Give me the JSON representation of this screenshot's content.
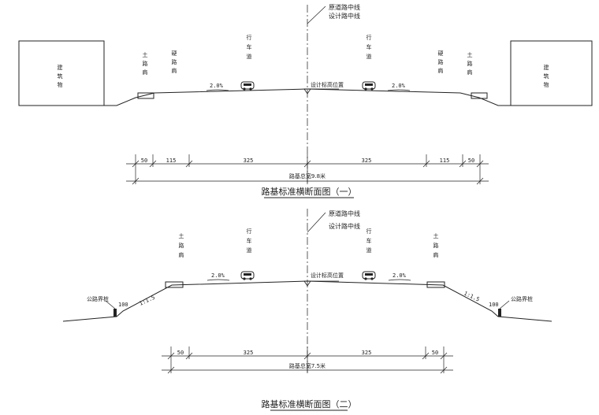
{
  "section1": {
    "original_centerline": "原道路中线",
    "design_centerline": "设计路中线",
    "building_chars": [
      "建",
      "筑",
      "物"
    ],
    "earth_shoulder_chars": [
      "土",
      "路",
      "肩"
    ],
    "hard_shoulder_chars": [
      "硬",
      "路",
      "肩"
    ],
    "carriageway_chars": [
      "行",
      "车",
      "道"
    ],
    "slope": "2.0%",
    "design_elevation": "设计标高位置",
    "dimensions": [
      "50",
      "115",
      "325",
      "325",
      "115",
      "50"
    ],
    "total_width": "路基总宽9.8米",
    "title": "路基标准横断面图（一）"
  },
  "section2": {
    "original_centerline": "原道路中线",
    "design_centerline": "设计路中线",
    "earth_shoulder_chars": [
      "土",
      "路",
      "肩"
    ],
    "carriageway_chars": [
      "行",
      "车",
      "道"
    ],
    "slope": "2.0%",
    "design_elevation": "设计标高位置",
    "boundary_label": "公路界桩",
    "boundary_offset": "100",
    "embankment_slope": "1:1.5",
    "dimensions": [
      "50",
      "325",
      "325",
      "50"
    ],
    "total_width": "路基总宽7.5米",
    "title": "路基标准横断面图（二）"
  }
}
